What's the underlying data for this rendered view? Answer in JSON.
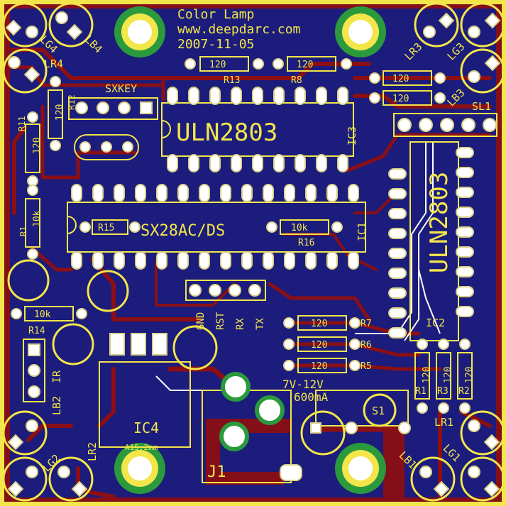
{
  "board": {
    "title": "Color Lamp",
    "url": "www.deepdarc.com",
    "date": "2007-11-05",
    "colors": {
      "substrate": "#1c1c7c",
      "trace": "#8b0f14",
      "silk": "#f2e64a",
      "pad": "#ffffff",
      "mount": "#2b9a3c",
      "edge": "#f2e64a"
    }
  },
  "labels": {
    "lg4": "LG4",
    "lb4": "LB4",
    "lr3": "LR3",
    "lg3": "LG3",
    "lr4": "LR4",
    "lb3": "LB3",
    "sl1": "SL1",
    "sxkey": "SXKEY",
    "r12": "R12",
    "r11": "R11",
    "r13": "R13",
    "r8": "R8",
    "r1": "R1",
    "r15": "R15",
    "r16": "R16",
    "r14": "R14",
    "r7": "R7",
    "r6": "R6",
    "r5": "R5",
    "r1b": "R1",
    "r3": "R3",
    "r2": "R2",
    "ic1": "IC1",
    "ic2": "IC2",
    "ic3": "IC3",
    "ic4": "IC4",
    "uln_top": "ULN2803",
    "uln_right": "ULN2803",
    "sx28": "SX28AC/DS",
    "gnd": "GND",
    "rst": "RST",
    "rx": "RX",
    "tx": "TX",
    "ir": "IR",
    "lb2": "LB2",
    "lr2": "LR2",
    "lg2": "LG2",
    "j1": "J1",
    "s1": "S1",
    "lr1": "LR1",
    "lb1": "LB1",
    "lg1": "LG1",
    "power": "7V-12V",
    "current": "600mA",
    "reg_note": "A15,2mm"
  },
  "values": {
    "r13": "120",
    "r8": "120",
    "r_lr3a": "120",
    "r_lr3b": "120",
    "r12": "120",
    "r11": "120",
    "r1": "10k",
    "r16": "10k",
    "r14": "10k",
    "r7": "120",
    "r6": "120",
    "r5": "120",
    "r1b": "120",
    "r3": "120",
    "r2": "120"
  }
}
